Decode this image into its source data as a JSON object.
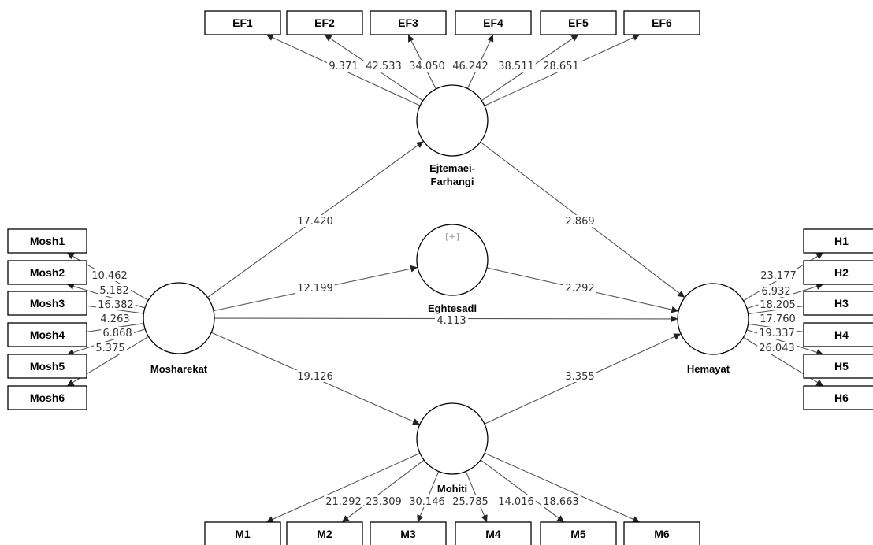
{
  "latents": {
    "ejtemaei": {
      "label_lines": [
        "Ejtemaei-",
        "Farhangi"
      ]
    },
    "eghtesadi": {
      "label_lines": [
        "Eghtesadi"
      ],
      "expand_marker": "[+]"
    },
    "mosharekat": {
      "label_lines": [
        "Mosharekat"
      ]
    },
    "hemayat": {
      "label_lines": [
        "Hemayat"
      ]
    },
    "mohiti": {
      "label_lines": [
        "Mohiti"
      ]
    }
  },
  "indicators": {
    "ef": [
      "EF1",
      "EF2",
      "EF3",
      "EF4",
      "EF5",
      "EF6"
    ],
    "mosh": [
      "Mosh1",
      "Mosh2",
      "Mosh3",
      "Mosh4",
      "Mosh5",
      "Mosh6"
    ],
    "h": [
      "H1",
      "H2",
      "H3",
      "H4",
      "H5",
      "H6"
    ],
    "m": [
      "M1",
      "M2",
      "M3",
      "M4",
      "M5",
      "M6"
    ]
  },
  "loadings": {
    "ef": [
      "9.371",
      "42.533",
      "34.050",
      "46.242",
      "38.511",
      "28.651"
    ],
    "mosh": [
      "10.462",
      "5.182",
      "16.382",
      "4.263",
      "6.868",
      "5.375"
    ],
    "h": [
      "23.177",
      "6.932",
      "18.205",
      "17.760",
      "19.337",
      "26.043"
    ],
    "m": [
      "21.292",
      "23.309",
      "30.146",
      "25.785",
      "14.016",
      "18.663"
    ]
  },
  "paths": {
    "mosharekat_ejtemaei": "17.420",
    "mosharekat_eghtesadi": "12.199",
    "mosharekat_hemayat": "4.113",
    "mosharekat_mohiti": "19.126",
    "ejtemaei_hemayat": "2.869",
    "eghtesadi_hemayat": "2.292",
    "mohiti_hemayat": "3.355"
  }
}
